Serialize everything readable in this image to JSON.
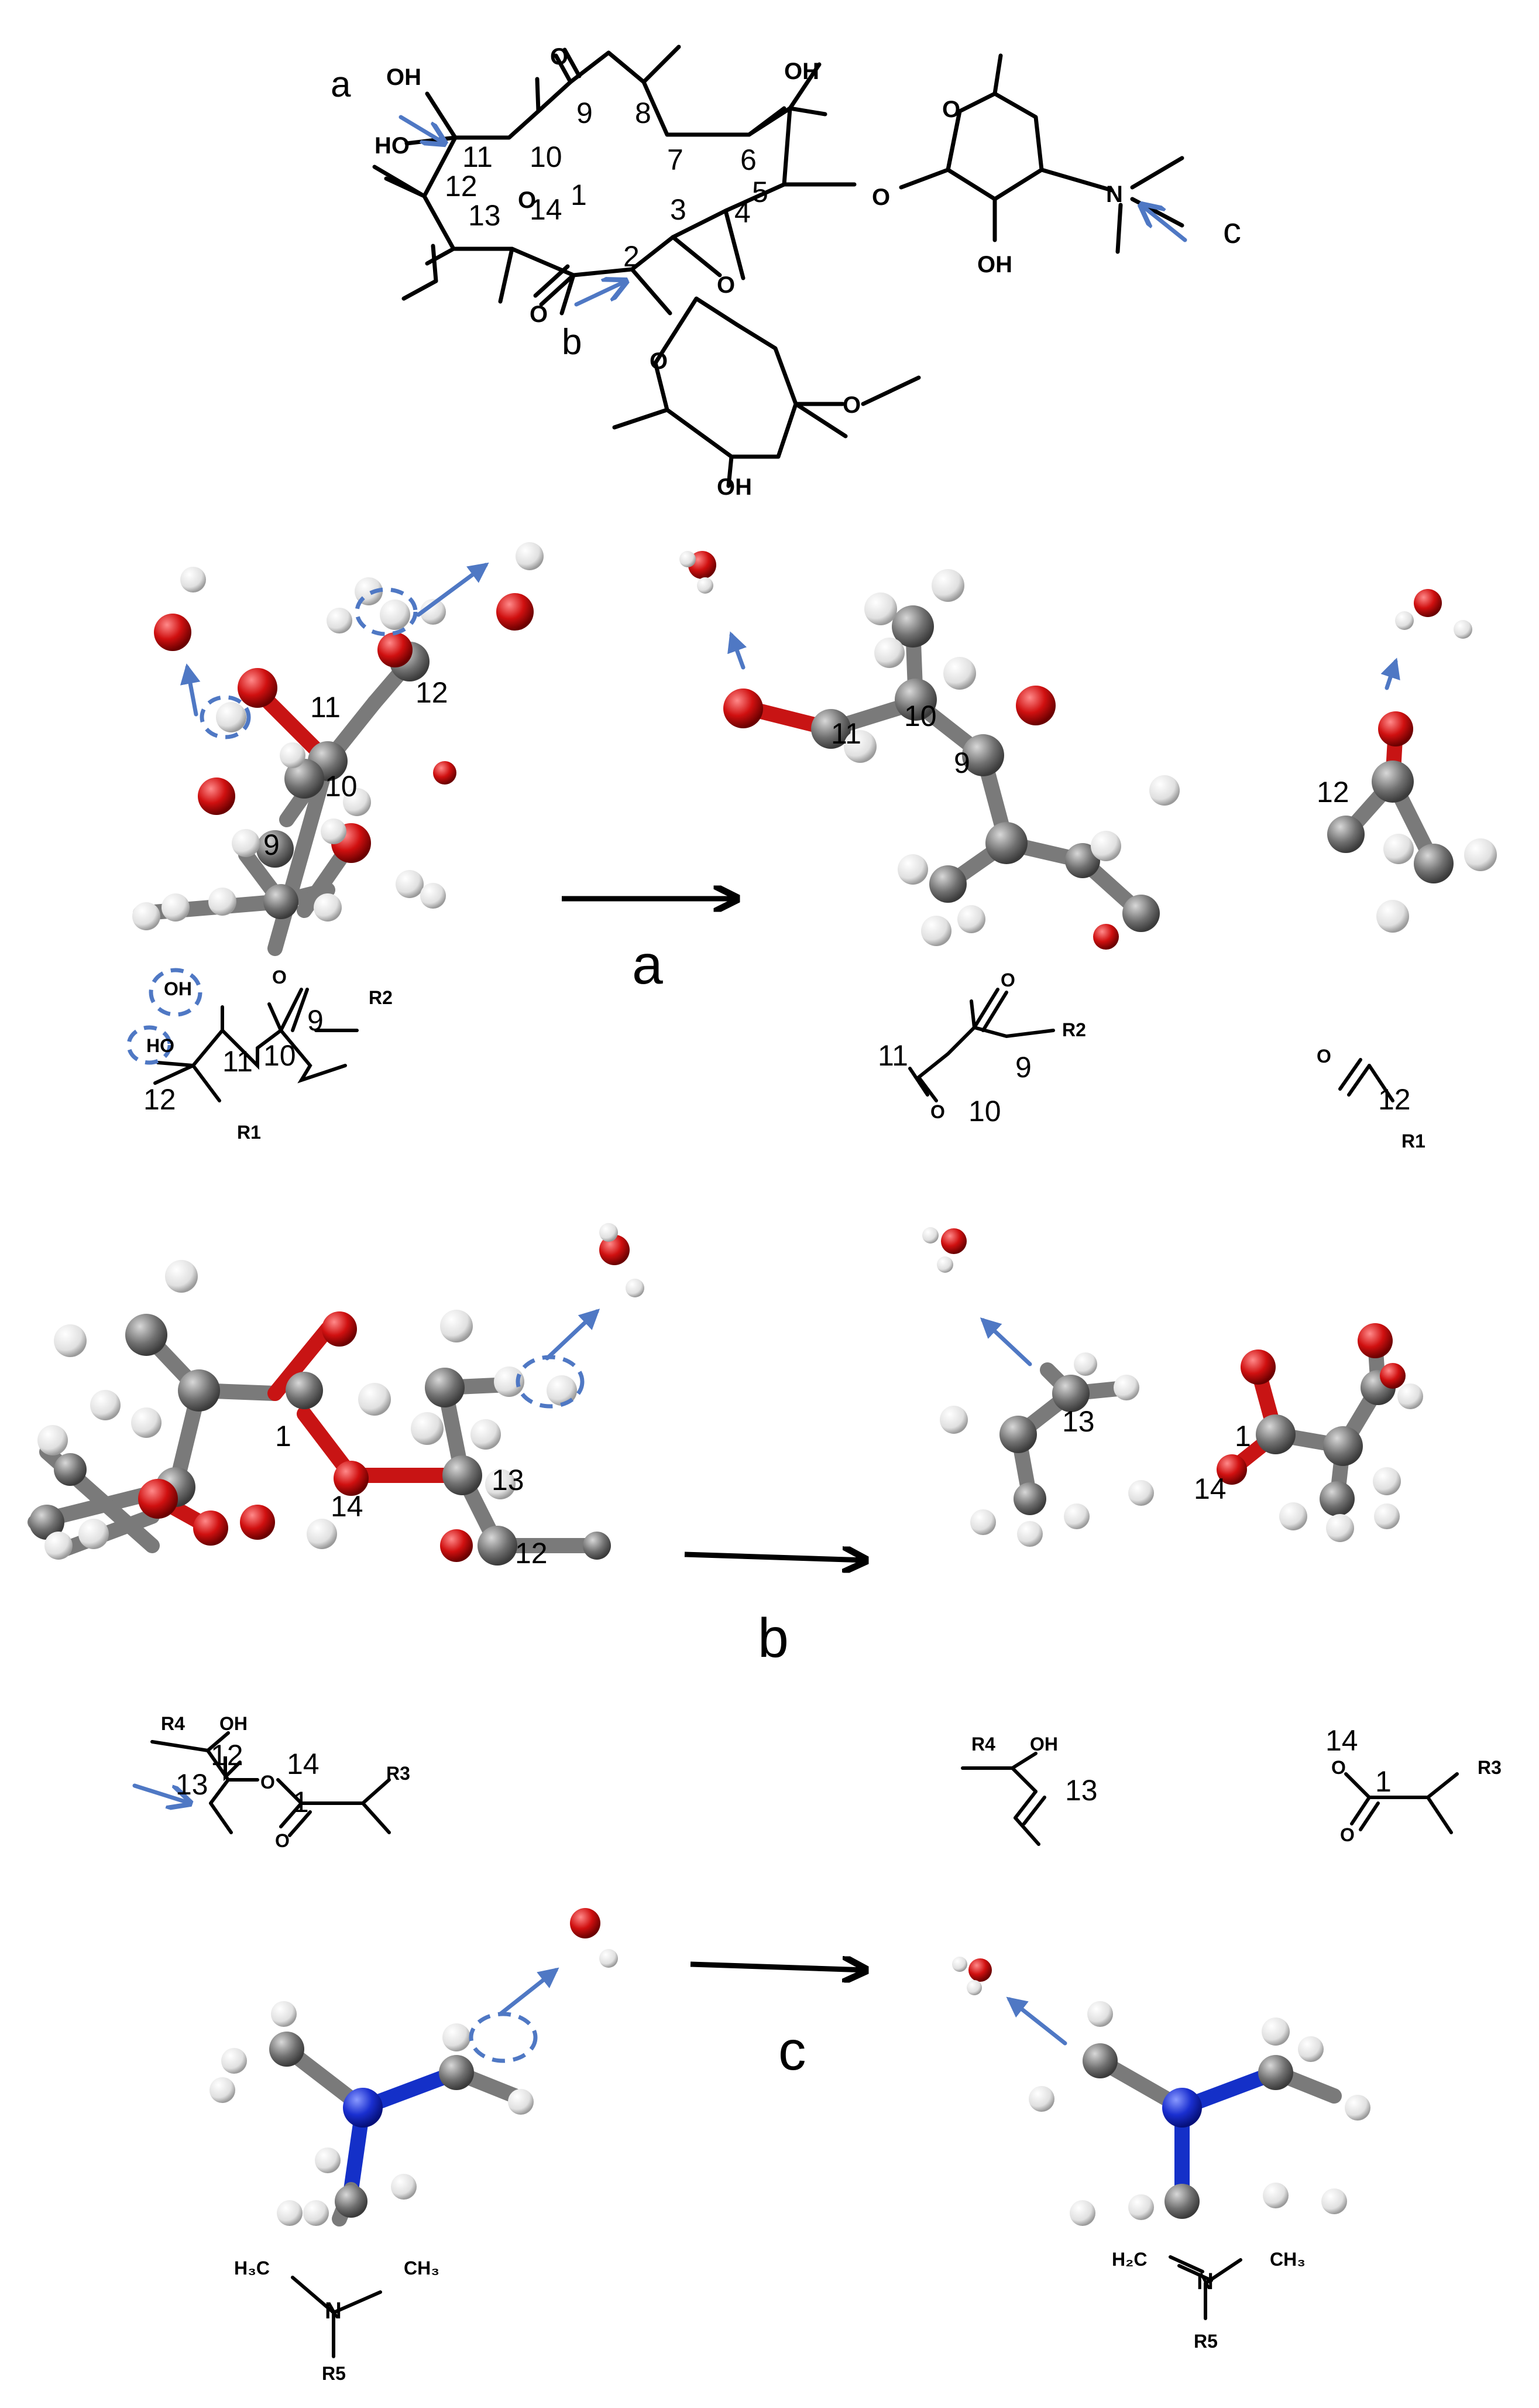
{
  "labels": {
    "panel_a": "a",
    "panel_b": "b",
    "panel_c": "c",
    "top_a": "a",
    "top_b": "b",
    "top_c": "c"
  },
  "top_structure": {
    "carbons": [
      "1",
      "2",
      "3",
      "4",
      "5",
      "6",
      "7",
      "8",
      "9",
      "10",
      "11",
      "12",
      "13",
      "14"
    ],
    "atoms": {
      "oh": "OH",
      "ho": "HO",
      "o": "O",
      "n": "N"
    }
  },
  "scheme_a": {
    "atoms": [
      "11",
      "10",
      "12",
      "9",
      "11",
      "10",
      "12",
      "9"
    ],
    "oh": "OH",
    "ho": "HO",
    "r1": "R1",
    "r2": "R2",
    "o": "O",
    "product_nums": [
      "11",
      "10",
      "9",
      "12"
    ]
  },
  "scheme_b": {
    "atoms": [
      "1",
      "14",
      "13",
      "12",
      "13",
      "1",
      "14"
    ],
    "r3": "R3",
    "r4": "R4",
    "oh": "OH",
    "o": "O",
    "struct_nums": [
      "12",
      "13",
      "14",
      "1"
    ],
    "product_nums": [
      "13",
      "14",
      "1"
    ]
  },
  "scheme_c": {
    "h3c": "H₃C",
    "ch3": "CH₃",
    "n": "N",
    "r5": "R5",
    "h2c": "H₂C"
  },
  "colors": {
    "carbon": "#7a7a7a",
    "oxygen": "#d01010",
    "hydrogen": "#eeeeee",
    "nitrogen": "#1a2fd0",
    "arrow_blue": "#4f78c4"
  }
}
